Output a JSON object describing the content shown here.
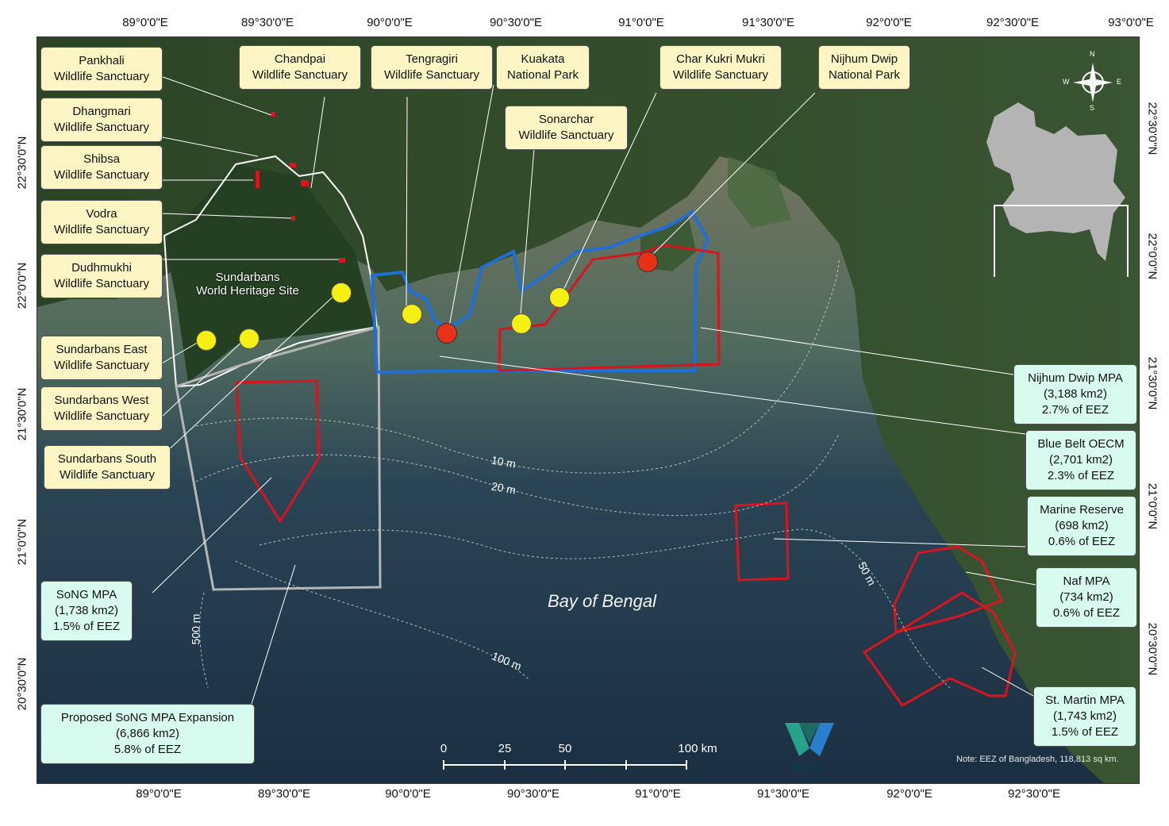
{
  "axes": {
    "top": [
      "89°0'0\"E",
      "89°30'0\"E",
      "90°0'0\"E",
      "90°30'0\"E",
      "91°0'0\"E",
      "91°30'0\"E",
      "92°0'0\"E",
      "92°30'0\"E",
      "93°0'0\"E"
    ],
    "bottom": [
      "89°0'0\"E",
      "89°30'0\"E",
      "90°0'0\"E",
      "90°30'0\"E",
      "91°0'0\"E",
      "91°30'0\"E",
      "92°0'0\"E",
      "92°30'0\"E"
    ],
    "left": [
      "22°30'0\"N",
      "22°0'0\"N",
      "21°30'0\"N",
      "21°0'0\"N",
      "20°30'0\"N"
    ],
    "right": [
      "22°30'0\"N",
      "22°0'0\"N",
      "21°30'0\"N",
      "21°0'0\"N",
      "20°30'0\"N"
    ]
  },
  "protected_areas": [
    {
      "name": "Pankhali",
      "type": "Wildlife Sanctuary"
    },
    {
      "name": "Dhangmari",
      "type": "Wildlife Sanctuary"
    },
    {
      "name": "Shibsa",
      "type": "Wildlife Sanctuary"
    },
    {
      "name": "Vodra",
      "type": "Wildlife Sanctuary"
    },
    {
      "name": "Dudhmukhi",
      "type": "Wildlife Sanctuary"
    },
    {
      "name": "Sundarbans East",
      "type": "Wildlife Sanctuary"
    },
    {
      "name": "Sundarbans West",
      "type": "Wildlife Sanctuary"
    },
    {
      "name": "Sundarbans South",
      "type": "Wildlife Sanctuary"
    },
    {
      "name": "Chandpai",
      "type": "Wildlife Sanctuary"
    },
    {
      "name": "Tengragiri",
      "type": "Wildlife Sanctuary"
    },
    {
      "name": "Kuakata",
      "type": "National Park"
    },
    {
      "name": "Sonarchar",
      "type": "Wildlife Sanctuary"
    },
    {
      "name": "Char Kukri Mukri",
      "type": "Wildlife Sanctuary"
    },
    {
      "name": "Nijhum Dwip",
      "type": "National Park"
    }
  ],
  "marine_areas": [
    {
      "name": "Nijhum Dwip MPA",
      "area": "(3,188 km2)",
      "eez": "2.7% of EEZ"
    },
    {
      "name": "Blue Belt OECM",
      "area": "(2,701 km2)",
      "eez": "2.3% of EEZ"
    },
    {
      "name": "Marine Reserve",
      "area": "(698 km2)",
      "eez": "0.6% of EEZ"
    },
    {
      "name": "Naf MPA",
      "area": "(734 km2)",
      "eez": "0.6% of EEZ"
    },
    {
      "name": "St. Martin MPA",
      "area": "(1,743 km2)",
      "eez": "1.5% of EEZ"
    },
    {
      "name": "SoNG MPA",
      "area": "(1,738 km2)",
      "eez": "1.5% of EEZ"
    },
    {
      "name": "Proposed SoNG MPA Expansion",
      "area": "(6,866 km2)",
      "eez": "5.8% of EEZ"
    }
  ],
  "heritage_site": {
    "line1": "Sundarbans",
    "line2": "World Heritage Site"
  },
  "depth_labels": [
    "10 m",
    "20 m",
    "50 m",
    "100 m",
    "500 m"
  ],
  "water_body": "Bay of Bengal",
  "scale_bar": {
    "ticks": [
      "0",
      "25",
      "50",
      "100 km"
    ]
  },
  "note": "Note: EEZ of Bangladesh, 118,813 sq km.",
  "compass": {
    "n": "N",
    "s": "S",
    "e": "E",
    "w": "W"
  },
  "logo": "WCS",
  "colors": {
    "land": "#2f4a2a",
    "shallow_water": "#8a7d5e",
    "deep_water": "#1e3448",
    "mpa_boundary": "#d9141e",
    "blue_belt": "#1f6fd6",
    "song_expansion": "#b5b5b5",
    "heritage_boundary": "#ffffff",
    "sanctuary_point": "#f5ef12",
    "national_park_point": "#e83218",
    "label_fill": "#fdf5c4",
    "mpa_label_fill": "#d8fbef"
  }
}
